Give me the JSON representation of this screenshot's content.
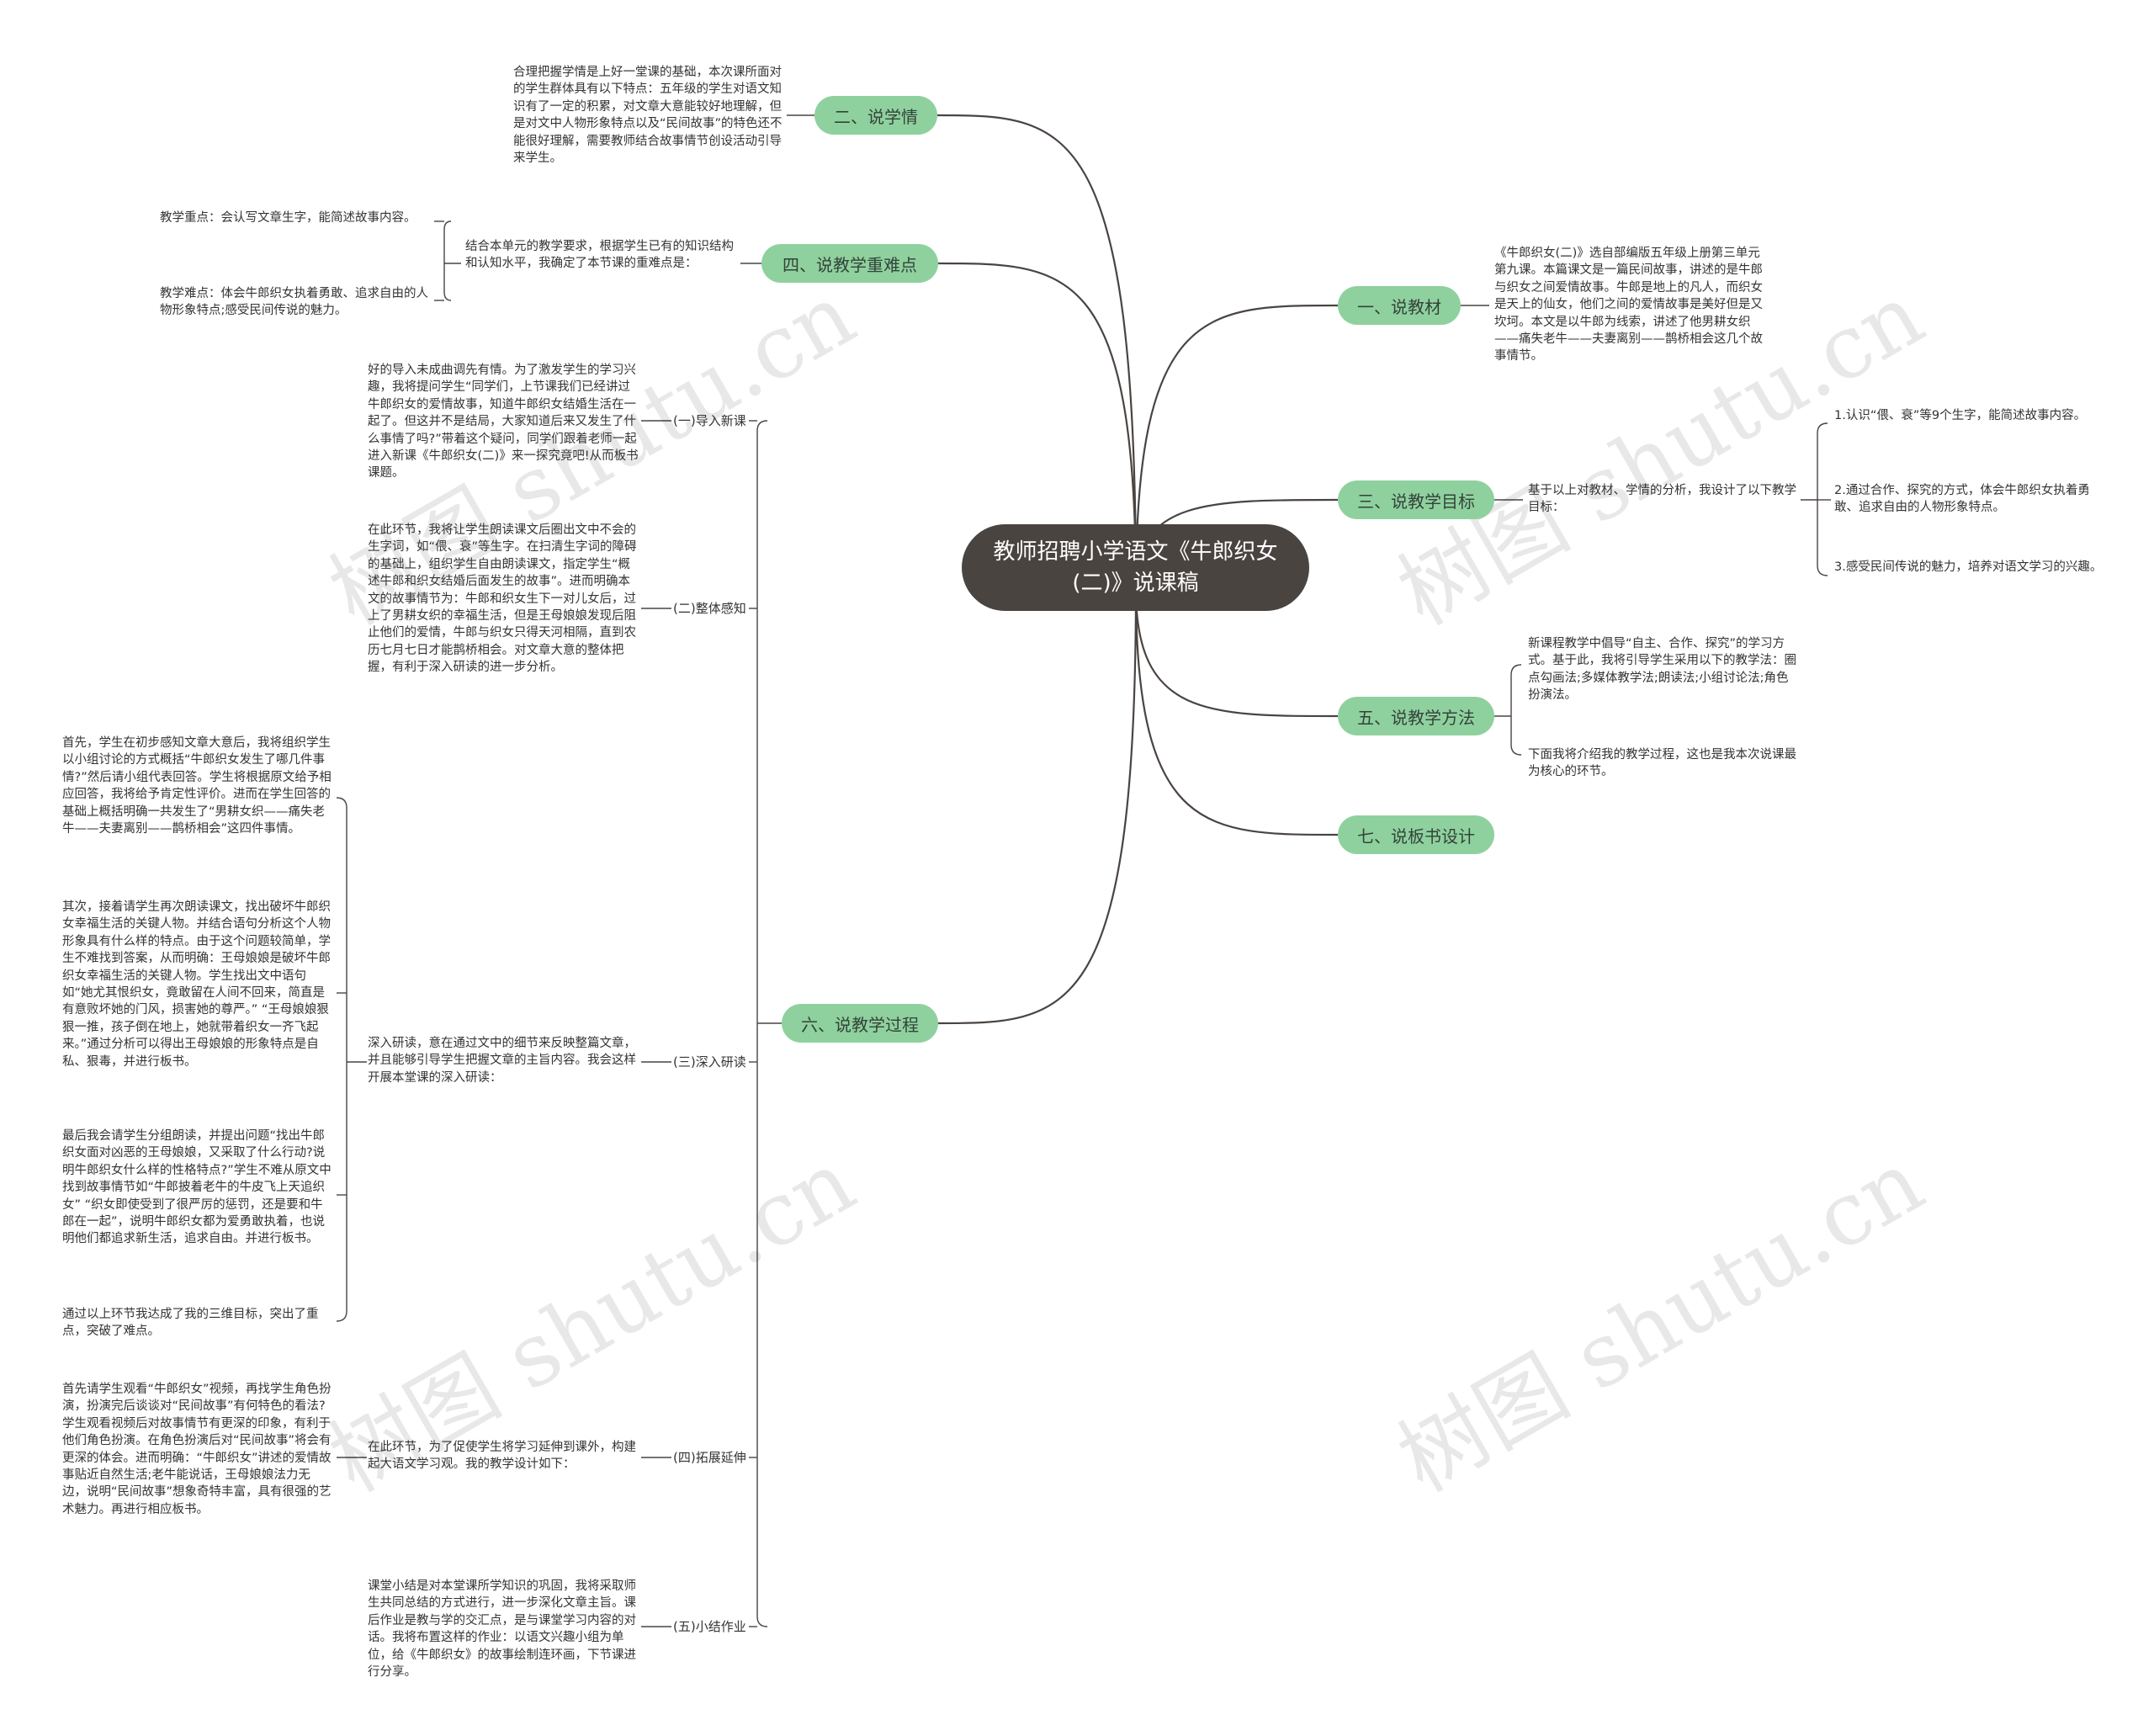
{
  "root": {
    "title": "教师招聘小学语文《牛郎织女(二)》说课稿"
  },
  "branches": {
    "b2": {
      "label": "二、说学情"
    },
    "b4": {
      "label": "四、说教学重难点"
    },
    "b6": {
      "label": "六、说教学过程"
    },
    "b1": {
      "label": "一、说教材"
    },
    "b3": {
      "label": "三、说教学目标"
    },
    "b5": {
      "label": "五、说教学方法"
    },
    "b7": {
      "label": "七、说板书设计"
    }
  },
  "notes": {
    "b2_text": "合理把握学情是上好一堂课的基础，本次课所面对的学生群体具有以下特点：五年级的学生对语文知识有了一定的积累，对文章大意能较好地理解，但是对文中人物形象特点以及“民间故事”的特色还不能很好理解，需要教师结合故事情节创设活动引导来学生。",
    "b4_text": "结合本单元的教学要求，根据学生已有的知识结构和认知水平，我确定了本节课的重难点是：",
    "b4_point1": "教学重点：会认写文章生字，能简述故事内容。",
    "b4_point2": "教学难点：体会牛郎织女执着勇敢、追求自由的人物形象特点;感受民间传说的魅力。",
    "b1_text": "《牛郎织女(二)》选自部编版五年级上册第三单元第九课。本篇课文是一篇民间故事，讲述的是牛郎与织女之间爱情故事。牛郎是地上的凡人，而织女是天上的仙女，他们之间的爱情故事是美好但是又坎坷。本文是以牛郎为线索，讲述了他男耕女织——痛失老牛——夫妻离别——鹊桥相会这几个故事情节。",
    "b3_text": "基于以上对教材、学情的分析，我设计了以下教学目标：",
    "b3_goal1": "1.认识“偎、衰”等9个生字，能简述故事内容。",
    "b3_goal2": "2.通过合作、探究的方式，体会牛郎织女执着勇敢、追求自由的人物形象特点。",
    "b3_goal3": "3.感受民间传说的魅力，培养对语文学习的兴趣。",
    "b5_text1": "新课程教学中倡导“自主、合作、探究”的学习方式。基于此，我将引导学生采用以下的教学法：圈点勾画法;多媒体教学法;朗读法;小组讨论法;角色扮演法。",
    "b5_text2": "下面我将介绍我的教学过程，这也是我本次说课最为核心的环节。"
  },
  "process": {
    "step1_label": "(一)导入新课",
    "step1_text": "好的导入未成曲调先有情。为了激发学生的学习兴趣，我将提问学生“同学们，上节课我们已经讲过牛郎织女的爱情故事，知道牛郎织女结婚生活在一起了。但这并不是结局，大家知道后来又发生了什么事情了吗?”带着这个疑问，同学们跟着老师一起进入新课《牛郎织女(二)》来一探究竟吧!从而板书课题。",
    "step2_label": "(二)整体感知",
    "step2_text": "在此环节，我将让学生朗读课文后圈出文中不会的生字词，如“偎、衰”等生字。在扫清生字词的障碍的基础上，组织学生自由朗读课文，指定学生“概述牛郎和织女结婚后面发生的故事”。进而明确本文的故事情节为：牛郎和织女生下一对儿女后，过上了男耕女织的幸福生活，但是王母娘娘发现后阻止他们的爱情，牛郎与织女只得天河相隔，直到农历七月七日才能鹊桥相会。对文章大意的整体把握，有利于深入研读的进一步分析。",
    "step3_label": "(三)深入研读",
    "step3_text": "深入研读，意在通过文中的细节来反映整篇文章，并且能够引导学生把握文章的主旨内容。我会这样开展本堂课的深入研读：",
    "step3_p1": "首先，学生在初步感知文章大意后，我将组织学生以小组讨论的方式概括“牛郎织女发生了哪几件事情?”然后请小组代表回答。学生将根据原文给予相应回答，我将给予肯定性评价。进而在学生回答的基础上概括明确一共发生了“男耕女织——痛失老牛——夫妻离别——鹊桥相会”这四件事情。",
    "step3_p2": "其次，接着请学生再次朗读课文，找出破坏牛郎织女幸福生活的关键人物。并结合语句分析这个人物形象具有什么样的特点。由于这个问题较简单，学生不难找到答案，从而明确：王母娘娘是破坏牛郎织女幸福生活的关键人物。学生找出文中语句如“她尤其恨织女，竟敢留在人间不回来，简直是有意败坏她的门风，损害她的尊严。” “王母娘娘狠狠一推，孩子倒在地上，她就带着织女一齐飞起来。”通过分析可以得出王母娘娘的形象特点是自私、狠毒，并进行板书。",
    "step3_p3": "最后我会请学生分组朗读，并提出问题“找出牛郎织女面对凶恶的王母娘娘，又采取了什么行动?说明牛郎织女什么样的性格特点?”学生不难从原文中找到故事情节如“牛郎披着老牛的牛皮飞上天追织女” “织女即使受到了很严厉的惩罚，还是要和牛郎在一起”，说明牛郎织女都为爱勇敢执着，也说明他们都追求新生活，追求自由。并进行板书。",
    "step3_p4": "通过以上环节我达成了我的三维目标，突出了重点，突破了难点。",
    "step4_label": "(四)拓展延伸",
    "step4_text": "在此环节，为了促使学生将学习延伸到课外，构建起大语文学习观。我的教学设计如下：",
    "step4_p1": "首先请学生观看“牛郎织女”视频，再找学生角色扮演，扮演完后谈谈对“民间故事”有何特色的看法?学生观看视频后对故事情节有更深的印象，有利于他们角色扮演。在角色扮演后对“民间故事”将会有更深的体会。进而明确：“牛郎织女”讲述的爱情故事贴近自然生活;老牛能说话，王母娘娘法力无边，说明“民间故事”想象奇特丰富，具有很强的艺术魅力。再进行相应板书。",
    "step5_label": "(五)小结作业",
    "step5_text": "课堂小结是对本堂课所学知识的巩固，我将采取师生共同总结的方式进行，进一步深化文章主旨。课后作业是教与学的交汇点，是与课堂学习内容的对话。我将布置这样的作业：以语文兴趣小组为单位，给《牛郎织女》的故事绘制连环画，下节课进行分享。"
  },
  "watermark": {
    "text": "树图 shutu.cn"
  },
  "colors": {
    "root_fill": "#4a4441",
    "branch_fill": "#8fd19e",
    "line": "#4a4441"
  }
}
